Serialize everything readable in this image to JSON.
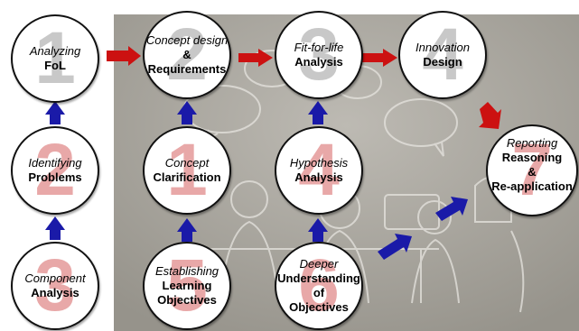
{
  "colors": {
    "number_gray": "#c8c8c8",
    "number_pink": "#e8a8a8",
    "arrow_red": "#cc1111",
    "arrow_blue": "#1a1aa8",
    "background_photo": "#a3a098"
  },
  "nodes": {
    "analyzing_fol": {
      "number": "1",
      "italic": "Analyzing",
      "bold": [
        "FoL"
      ]
    },
    "concept_design": {
      "number": "2",
      "italic": "Concept design",
      "bold": [
        "&",
        "Requirements"
      ]
    },
    "fit_for_life": {
      "number": "3",
      "italic": "Fit-for-life",
      "bold": [
        "Analysis"
      ]
    },
    "innovation_design": {
      "number": "4",
      "italic": "Innovation",
      "bold": [
        "Design"
      ]
    },
    "identifying_problems": {
      "number": "2",
      "italic": "Identifying",
      "bold": [
        "Problems"
      ]
    },
    "concept_clarification": {
      "number": "1",
      "italic": "Concept",
      "bold": [
        "Clarification"
      ]
    },
    "hypothesis_analysis": {
      "number": "4",
      "italic": "Hypothesis",
      "bold": [
        "Analysis"
      ]
    },
    "reporting": {
      "number": "7",
      "italic": "Reporting",
      "bold": [
        "Reasoning",
        "&",
        "Re-application"
      ]
    },
    "component_analysis": {
      "number": "3",
      "italic": "Component",
      "bold": [
        "Analysis"
      ]
    },
    "establishing_objectives": {
      "number": "5",
      "italic": "Establishing",
      "bold": [
        "Learning",
        "Objectives"
      ]
    },
    "deeper_understanding": {
      "number": "6",
      "italic": "Deeper",
      "bold": [
        "Understanding",
        "of",
        "Objectives"
      ]
    }
  }
}
